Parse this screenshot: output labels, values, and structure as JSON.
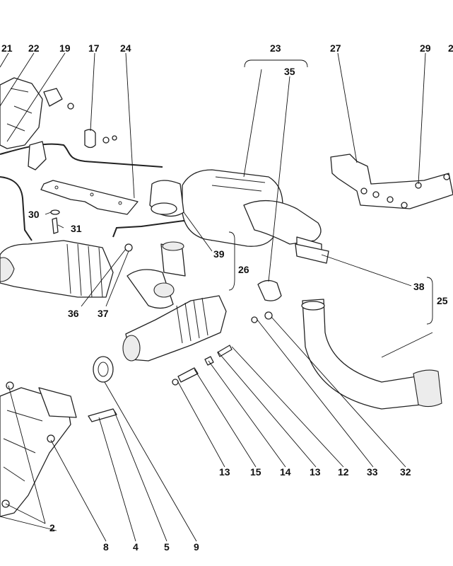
{
  "callouts": [
    {
      "id": "c21a",
      "text": "21"
    },
    {
      "id": "c22",
      "text": "22"
    },
    {
      "id": "c19",
      "text": "19"
    },
    {
      "id": "c17",
      "text": "17"
    },
    {
      "id": "c24",
      "text": "24"
    },
    {
      "id": "c23",
      "text": "23"
    },
    {
      "id": "c35",
      "text": "35"
    },
    {
      "id": "c27",
      "text": "27"
    },
    {
      "id": "c29",
      "text": "29"
    },
    {
      "id": "c2x",
      "text": "2"
    },
    {
      "id": "c30",
      "text": "30"
    },
    {
      "id": "c31",
      "text": "31"
    },
    {
      "id": "c39",
      "text": "39"
    },
    {
      "id": "c26",
      "text": "26"
    },
    {
      "id": "c38",
      "text": "38"
    },
    {
      "id": "c25",
      "text": "25"
    },
    {
      "id": "c36",
      "text": "36"
    },
    {
      "id": "c37",
      "text": "37"
    },
    {
      "id": "c13a",
      "text": "13"
    },
    {
      "id": "c15",
      "text": "15"
    },
    {
      "id": "c14",
      "text": "14"
    },
    {
      "id": "c13b",
      "text": "13"
    },
    {
      "id": "c12",
      "text": "12"
    },
    {
      "id": "c33",
      "text": "33"
    },
    {
      "id": "c32",
      "text": "32"
    },
    {
      "id": "c2",
      "text": "2"
    },
    {
      "id": "c8",
      "text": "8"
    },
    {
      "id": "c4",
      "text": "4"
    },
    {
      "id": "c5",
      "text": "5"
    },
    {
      "id": "c9",
      "text": "9"
    }
  ]
}
